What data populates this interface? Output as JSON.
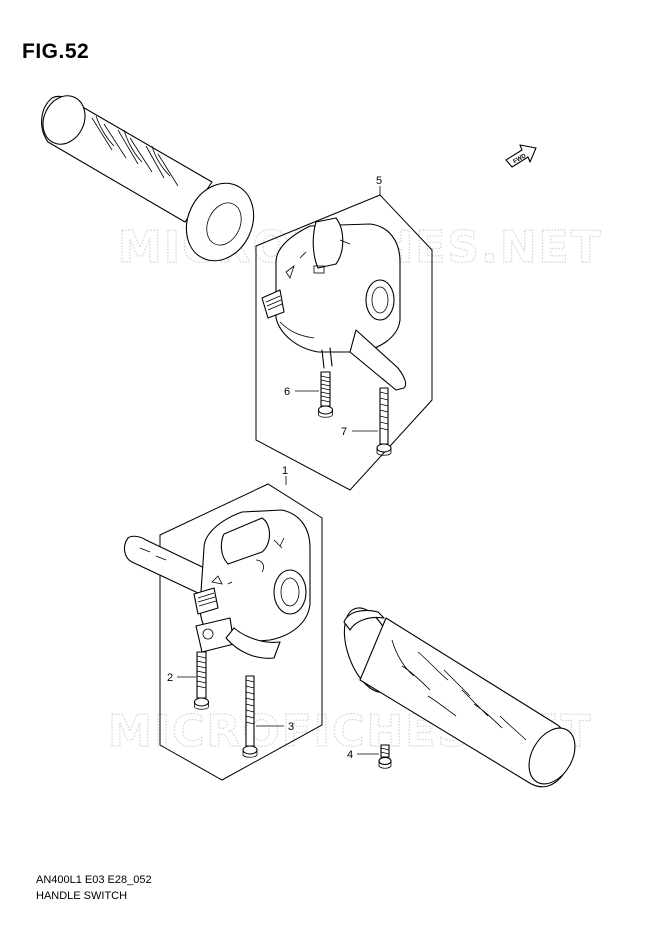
{
  "figure": {
    "title": "FIG.52",
    "code": "AN400L1 E03 E28_052",
    "caption": "HANDLE SWITCH",
    "fwd_label": "FWD"
  },
  "watermark": {
    "text": "MICROFICHES.NET"
  },
  "parts": [
    {
      "ref": "1"
    },
    {
      "ref": "2"
    },
    {
      "ref": "3"
    },
    {
      "ref": "4"
    },
    {
      "ref": "5"
    },
    {
      "ref": "6"
    },
    {
      "ref": "7"
    }
  ]
}
